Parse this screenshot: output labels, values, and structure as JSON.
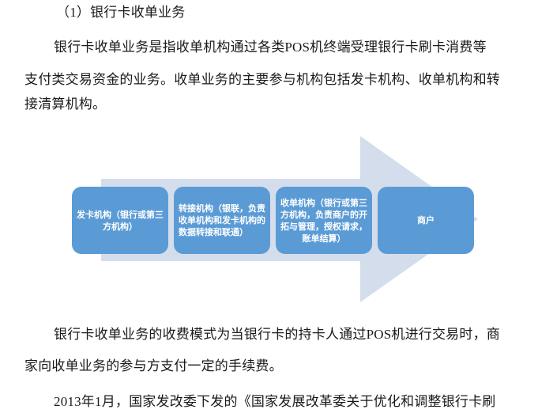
{
  "document": {
    "heading": "（1）银行卡收单业务",
    "paragraph1": {
      "line1": "银行卡收单业务是指收单机构通过各类POS机终端受理银行卡刷卡消费等",
      "line2": "支付类交易资金的业务。收单业务的主要参与机构包括发卡机构、收单机构和转",
      "line3": "接清算机构。"
    },
    "paragraph2": {
      "line1": "银行卡收单业务的收费模式为当银行卡的持卡人通过POS机进行交易时，商",
      "line2": "家向收单业务的参与方支付一定的手续费。"
    },
    "paragraph3": {
      "line1": "2013年1月，国家发改委下发的《国家发展改革委关于优化和调整银行卡刷"
    }
  },
  "diagram": {
    "type": "process-arrow",
    "colors": {
      "box_fill": "#5b9bd5",
      "arrow_fill": "#d4ddec",
      "box_text": "#ffffff"
    },
    "steps": [
      {
        "label": "发卡机构（银行或第三方机构）"
      },
      {
        "label": "转接机构（银联，负责收单机构和发卡机构的数据转接和联通）"
      },
      {
        "label": "收单机构（银行或第三方机构，负责商户的开拓与管理，授权请求，账单结算）"
      },
      {
        "label": "商户"
      }
    ]
  }
}
